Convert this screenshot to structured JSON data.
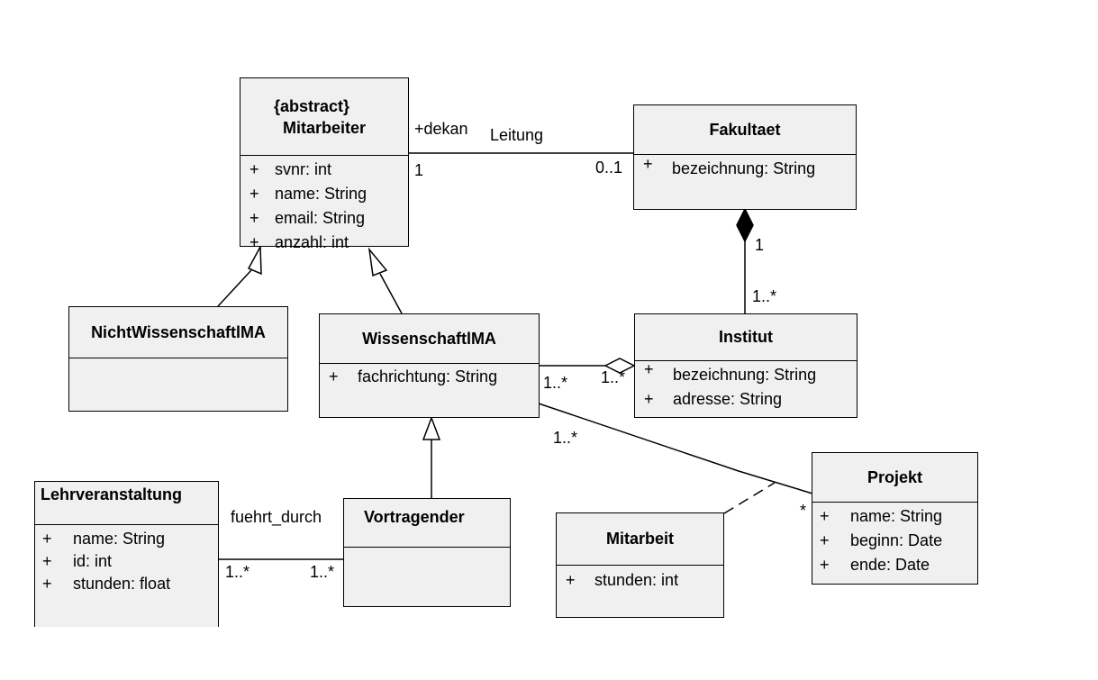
{
  "classes": {
    "mitarbeiter": {
      "stereotype": "{abstract}",
      "name": "Mitarbeiter",
      "attrs": [
        {
          "vis": "+",
          "text": "svnr:  int"
        },
        {
          "vis": "+",
          "text": "name:  String"
        },
        {
          "vis": "+",
          "text": "email:  String"
        },
        {
          "vis": "+",
          "text": "anzahl:  int"
        }
      ]
    },
    "fakultaet": {
      "name": "Fakultaet",
      "attrs": [
        {
          "vis": "+",
          "text": "bezeichnung:  String"
        }
      ]
    },
    "nichtwiss": {
      "name": "NichtWissenschaftlMA"
    },
    "wissma": {
      "name": "WissenschaftlMA",
      "attrs": [
        {
          "vis": "+",
          "text": "fachrichtung:  String"
        }
      ]
    },
    "institut": {
      "name": "Institut",
      "attrs": [
        {
          "vis": "+",
          "text": "bezeichnung:  String"
        },
        {
          "vis": "+",
          "text": "adresse:  String"
        }
      ]
    },
    "lehrveranstaltung": {
      "name": "Lehrveranstaltung",
      "attrs": [
        {
          "vis": "+",
          "text": "name:   String"
        },
        {
          "vis": "+",
          "text": "id:  int"
        },
        {
          "vis": "+",
          "text": "stunden:   float"
        }
      ]
    },
    "vortragender": {
      "name": "Vortragender"
    },
    "mitarbeit": {
      "name": "Mitarbeit",
      "attrs": [
        {
          "vis": "+",
          "text": "stunden:  int"
        }
      ]
    },
    "projekt": {
      "name": "Projekt",
      "attrs": [
        {
          "vis": "+",
          "text": "name:  String"
        },
        {
          "vis": "+",
          "text": "beginn:  Date"
        },
        {
          "vis": "+",
          "text": "ende:  Date"
        }
      ]
    }
  },
  "associations": {
    "leitung": {
      "role": "+dekan",
      "name": "Leitung",
      "mult_mitarbeiter": "1",
      "mult_fakultaet": "0..1"
    },
    "fak_inst": {
      "mult_fakultaet": "1",
      "mult_institut": "1..*"
    },
    "wiss_inst": {
      "mult_wiss": "1..*",
      "mult_inst": "1..*"
    },
    "wiss_projekt": {
      "mult_wiss": "1..*",
      "mult_projekt": "*"
    },
    "fuehrt_durch": {
      "name": "fuehrt_durch",
      "mult_lehr": "1..*",
      "mult_vortr": "1..*"
    }
  }
}
